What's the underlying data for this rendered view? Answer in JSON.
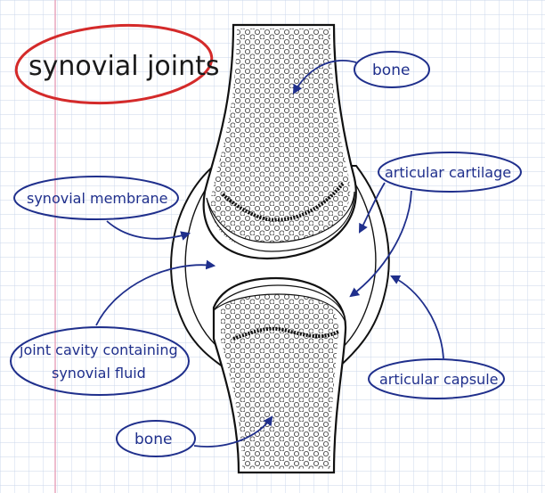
{
  "title": "synovial joints",
  "labels": {
    "bone_top": "bone",
    "articular_cartilage": "articular cartilage",
    "synovial_membrane": "synovial membrane",
    "joint_cavity_line1": "joint cavity containing",
    "joint_cavity_line2": "synovial fluid",
    "articular_capsule": "articular capsule",
    "bone_bottom": "bone"
  },
  "colors": {
    "ink": "#1f2f8c",
    "title_ring": "#d42a2a",
    "grid": "#c9d6ea",
    "margin_line": "#e7a0b8",
    "bone_line": "#111111"
  }
}
